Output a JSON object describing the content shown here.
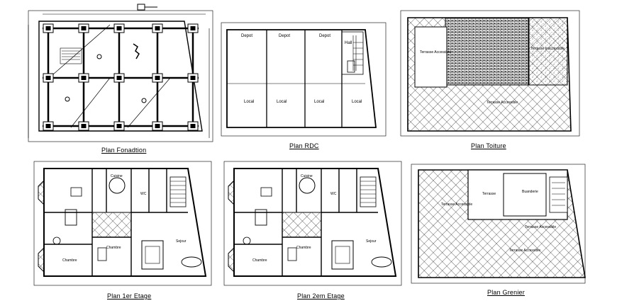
{
  "sheet": {
    "titles": {
      "fondation": "Plan Fonadtion",
      "rdc": "Plan RDC",
      "toiture": "Plan Toiture",
      "etage1": "Plan 1er Etage",
      "etage2": "Plan 2em Etage",
      "grenier": "Plan Grenier"
    },
    "rdc_labels": {
      "depot": "Depot",
      "hall": "Hall",
      "local": "Local"
    },
    "etage_labels": {
      "cuisine": "Cuisine",
      "chambre": "Chambre",
      "sejour": "Sejour",
      "wc": "WC"
    },
    "roof_labels": {
      "terrasse_accessible": "Terrasse Accessible",
      "terrasse_inaccessible": "Terrasse Inaccessible"
    },
    "grenier_labels": {
      "buanderie": "Buanderie",
      "terrasse": "Terrasse"
    }
  },
  "colors": {
    "ink": "#000000",
    "paper": "#ffffff"
  }
}
